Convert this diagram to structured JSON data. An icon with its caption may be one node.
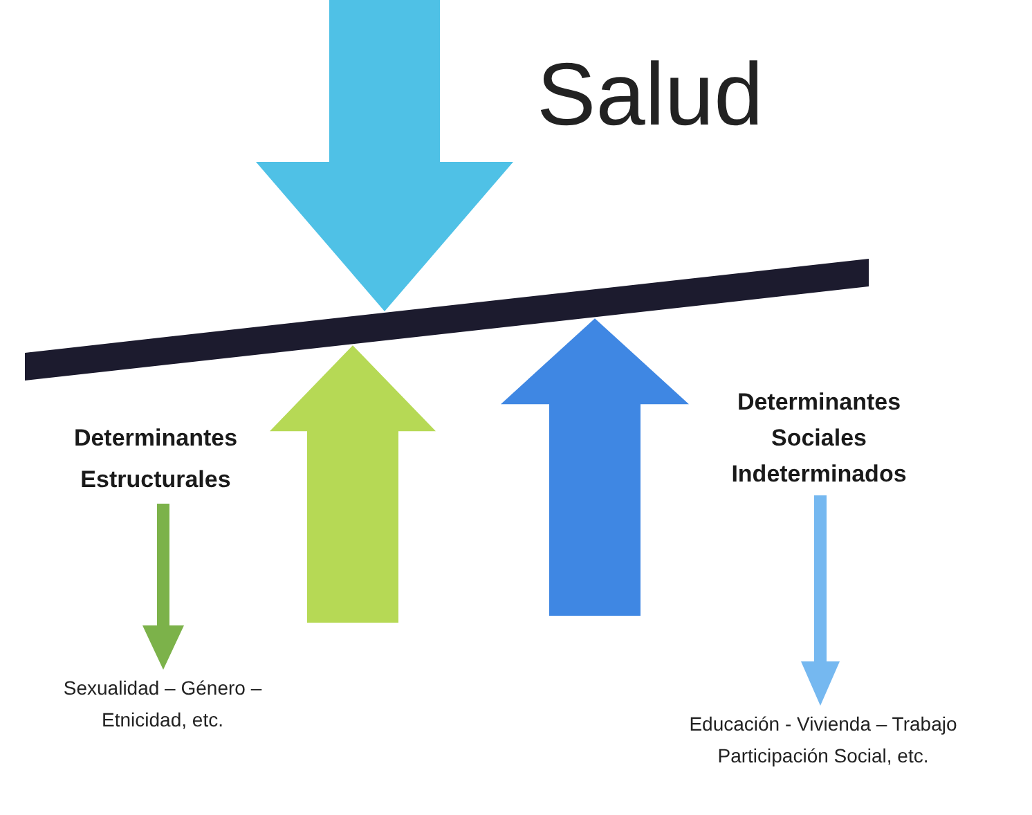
{
  "diagram": {
    "title": "Salud",
    "nodes": [
      {
        "text": [],
        "shape": "bar"
      },
      {
        "text": [
          "Determinantes Estructurales"
        ]
      },
      {
        "text": [
          "Determinantes Sociales Indeterminados"
        ]
      },
      {
        "text": [
          "Sexualidad – Género – Etnicidad, etc."
        ]
      },
      {
        "text": [
          "Educación - Vivienda – Trabajo Participación Social, etc."
        ]
      }
    ],
    "edges": [
      {
        "from": null,
        "to": 0,
        "arrow": "to",
        "style": "thick",
        "color": "#4fc1e6"
      },
      {
        "from": null,
        "to": 0,
        "arrow": "to",
        "style": "thick",
        "color": "#b6d955"
      },
      {
        "from": null,
        "to": 0,
        "arrow": "to",
        "style": "thick",
        "color": "#3f87e3"
      },
      {
        "from": 1,
        "to": 3,
        "arrow": "to",
        "color": "#7cb24a"
      },
      {
        "from": 2,
        "to": 4,
        "arrow": "to",
        "color": "#75b8f0"
      }
    ]
  }
}
